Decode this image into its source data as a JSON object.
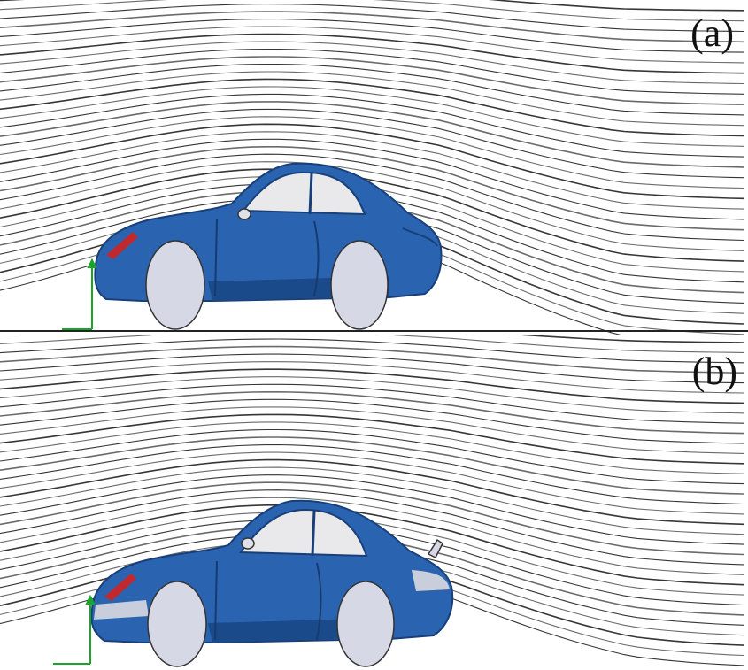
{
  "panels": [
    {
      "id": "a",
      "label": "(a)"
    },
    {
      "id": "b",
      "label": "(b)"
    }
  ],
  "colors": {
    "car_body": "#2a64b0",
    "car_body_dark": "#1b4a8a",
    "car_shade": "#3b7bd0",
    "window": "#e9e9ec",
    "wheel": "#d6d8e6",
    "tail_light": "#c0292d",
    "streamline": "#2b2b2b",
    "axis": "#1aa52a"
  },
  "icons": [
    "axis-triad-icon"
  ]
}
